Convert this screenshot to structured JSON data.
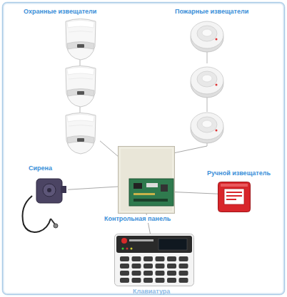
{
  "diagram": {
    "nodes": [
      {
        "text": [
          "Охранные извещатели"
        ]
      },
      {
        "text": [
          "Пожарные извещатели"
        ]
      },
      {
        "text": [
          "Сирена"
        ]
      },
      {
        "text": [
          "Контрольная панель"
        ]
      },
      {
        "text": [
          "Ручной извещатель"
        ]
      },
      {
        "text": [
          "Клавиатура"
        ]
      }
    ],
    "edges": [
      {
        "from": 3,
        "to": 0,
        "arrow": "none"
      },
      {
        "from": 3,
        "to": 1,
        "arrow": "none"
      },
      {
        "from": 3,
        "to": 2,
        "arrow": "none"
      },
      {
        "from": 3,
        "to": 4,
        "arrow": "none"
      },
      {
        "from": 3,
        "to": 5,
        "arrow": "none"
      }
    ]
  }
}
